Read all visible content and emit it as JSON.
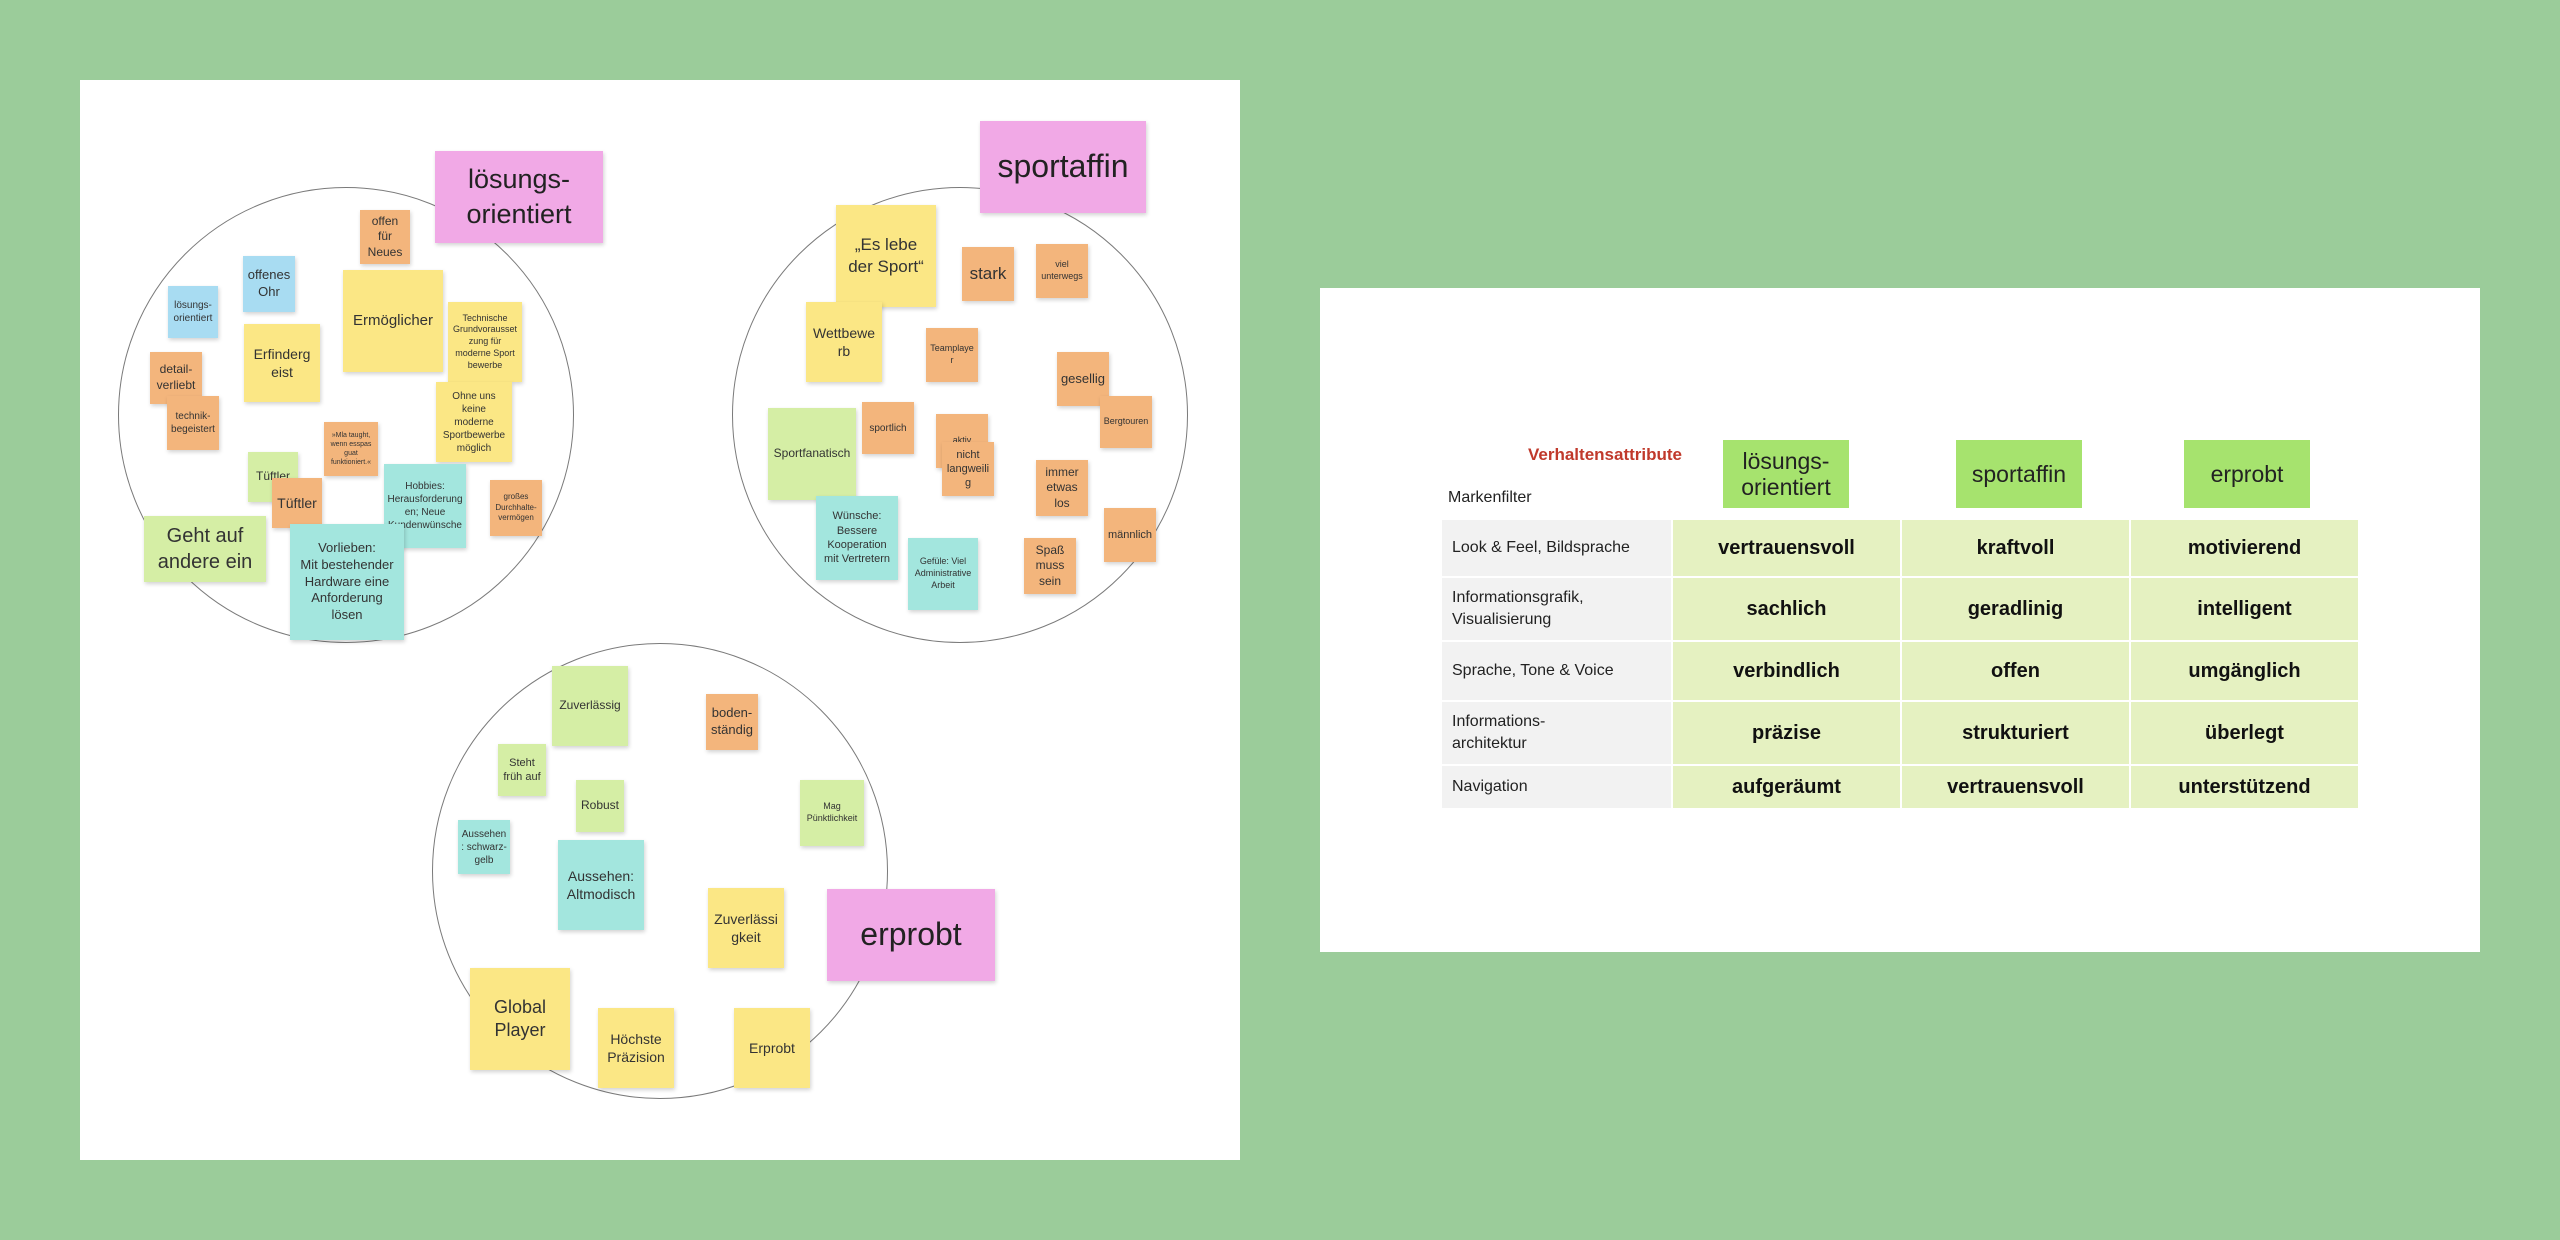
{
  "colors": {
    "background": "#9bcc9a",
    "board": "#ffffff",
    "yellow": "#fbe785",
    "orange": "#f3b57c",
    "blue": "#a8dcf2",
    "teal": "#a3e6de",
    "lime": "#d5eea5",
    "pink": "#f1a9e6",
    "header_green": "#a6e36e",
    "cell_green": "#e5f1c1",
    "title_red": "#c0392b"
  },
  "board_left": {
    "headers": {
      "loesungsorientiert": "lösungs-\norientiert",
      "sportaffin": "sportaffin",
      "erprobt": "erprobt"
    },
    "cluster1": {
      "offen": "offen\nfür\nNeues",
      "offenes_ohr": "offenes\nOhr",
      "loesungsorientiert": "lösungs-\norientiert",
      "ermoeglicher": "Ermöglicher",
      "technische": "Technische\nGrundvorausset\nzung für\nmoderne Sport\nbewerbe",
      "erfindergeist": "Erfinderg\neist",
      "detailverliebt": "detail-\nverliebt",
      "technikbegeistert": "technik-\nbegeistert",
      "ohne_uns": "Ohne uns\nkeine\nmoderne\nSportbewerbe\nmöglich",
      "mla_taught": "»Mla taught,\nwenn esspas\nguat\nfunktioniert.«",
      "tueftler_back": "Tüftler",
      "tueftler": "Tüftler",
      "hobbies": "Hobbies:\nHerausforderung\nen; Neue\nKundenwünsche",
      "grosses": "großes\nDurchhalte-\nvermögen",
      "geht_auf": "Geht auf\nandere ein",
      "vorlieben": "Vorlieben:\nMit bestehender\nHardware eine\nAnforderung\nlösen"
    },
    "cluster2": {
      "es_lebe": "„Es lebe\nder Sport“",
      "stark": "stark",
      "viel_unterwegs": "viel\nunterwegs",
      "wettbewerb": "Wettbewe\nrb",
      "teamplayer": "Teamplayer",
      "gesellig": "gesellig",
      "bergtouren": "Bergtouren",
      "sportfanatisch": "Sportfanatisch",
      "sportlich": "sportlich",
      "aktiv": "aktiv",
      "nicht_langweilig": "nicht\nlangweilig",
      "immer_etwas_los": "immer\netwas\nlos",
      "maennlich": "männlich",
      "wuensche": "Wünsche:\nBessere\nKooperation\nmit Vertretern",
      "gefuele": "Gefüle: Viel\nAdministrative\nArbeit",
      "spass": "Spaß\nmuss\nsein"
    },
    "cluster3": {
      "zuverlaessig": "Zuverlässig",
      "bodenstaendig": "boden-\nständig",
      "steht_frueh": "Steht\nfrüh auf",
      "robust": "Robust",
      "mag_puenktlichkeit": "Mag\nPünktlichkeit",
      "aussehen_schwarz": "Aussehen\n: schwarz-\ngelb",
      "aussehen_altmodisch": "Aussehen:\nAltmodisch",
      "zuverlaessigkeit": "Zuverlässi\ngkeit",
      "global_player": "Global\nPlayer",
      "hoechste_praezision": "Höchste\nPräzision",
      "erprobt": "Erprobt"
    }
  },
  "board_right": {
    "title": "Verhaltensattribute",
    "filter_label": "Markenfilter",
    "columns": [
      "lösungs-\norientiert",
      "sportaffin",
      "erprobt"
    ],
    "rows": [
      {
        "label": "Look & Feel, Bildsprache",
        "values": [
          "vertrauensvoll",
          "kraftvoll",
          "motivierend"
        ]
      },
      {
        "label": "Informationsgrafik,\nVisualisierung",
        "values": [
          "sachlich",
          "geradlinig",
          "intelligent"
        ]
      },
      {
        "label": "Sprache, Tone & Voice",
        "values": [
          "verbindlich",
          "offen",
          "umgänglich"
        ]
      },
      {
        "label": "Informations-\narchitektur",
        "values": [
          "präzise",
          "strukturiert",
          "überlegt"
        ]
      },
      {
        "label": "Navigation",
        "values": [
          "aufgeräumt",
          "vertrauensvoll",
          "unterstützend"
        ]
      }
    ]
  }
}
